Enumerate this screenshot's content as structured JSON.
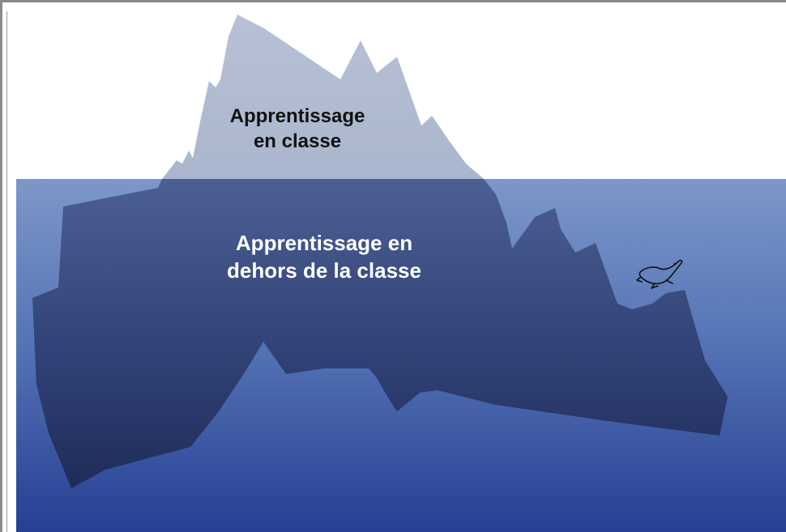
{
  "diagram": {
    "above_water_label": {
      "line1": "Apprentissage",
      "line2": "en classe"
    },
    "below_water_label": {
      "line1": "Apprentissage en",
      "line2": "dehors de la classe"
    },
    "icons": [
      "iceberg-shape",
      "seal-icon"
    ],
    "colors": {
      "iceberg_above": "#b3bed3",
      "water_top": "#7d97c9",
      "water_bottom": "#263f93",
      "iceberg_below_top": "#4c5f92",
      "iceberg_below_bottom": "#1f2c59"
    }
  }
}
